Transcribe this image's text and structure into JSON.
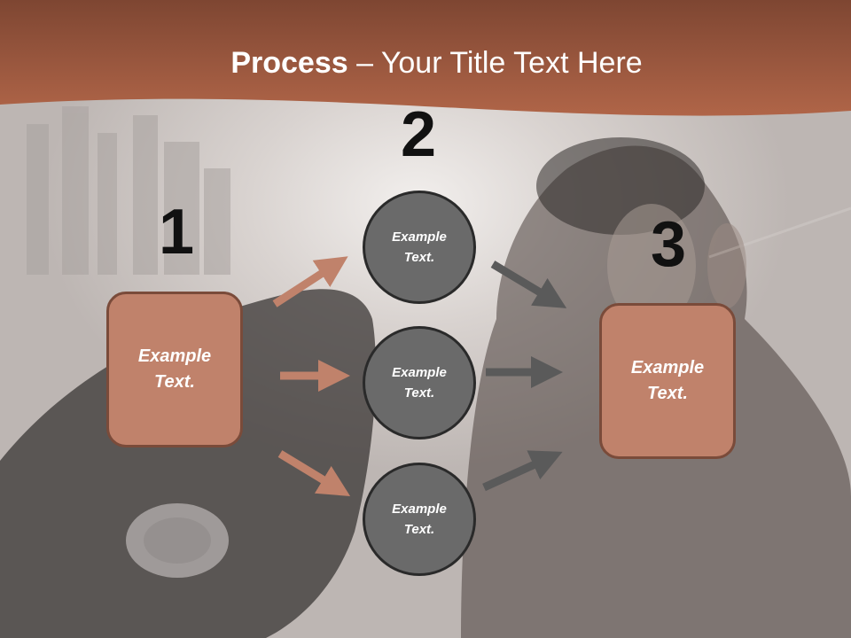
{
  "slide": {
    "title_bold": "Process",
    "title_rest": " – Your Title Text Here",
    "colors": {
      "header": "#a85e43",
      "box_fill": "#c0826b",
      "circle_fill": "#6a6a6a",
      "left_arrows": "#c0826b",
      "right_arrows": "#5a5a5a"
    }
  },
  "steps": {
    "n1": "1",
    "n2": "2",
    "n3": "3"
  },
  "nodes": {
    "left_box": "Example Text.",
    "circle_top": "Example Text.",
    "circle_mid": "Example Text.",
    "circle_bottom": "Example Text.",
    "right_box": "Example Text."
  }
}
